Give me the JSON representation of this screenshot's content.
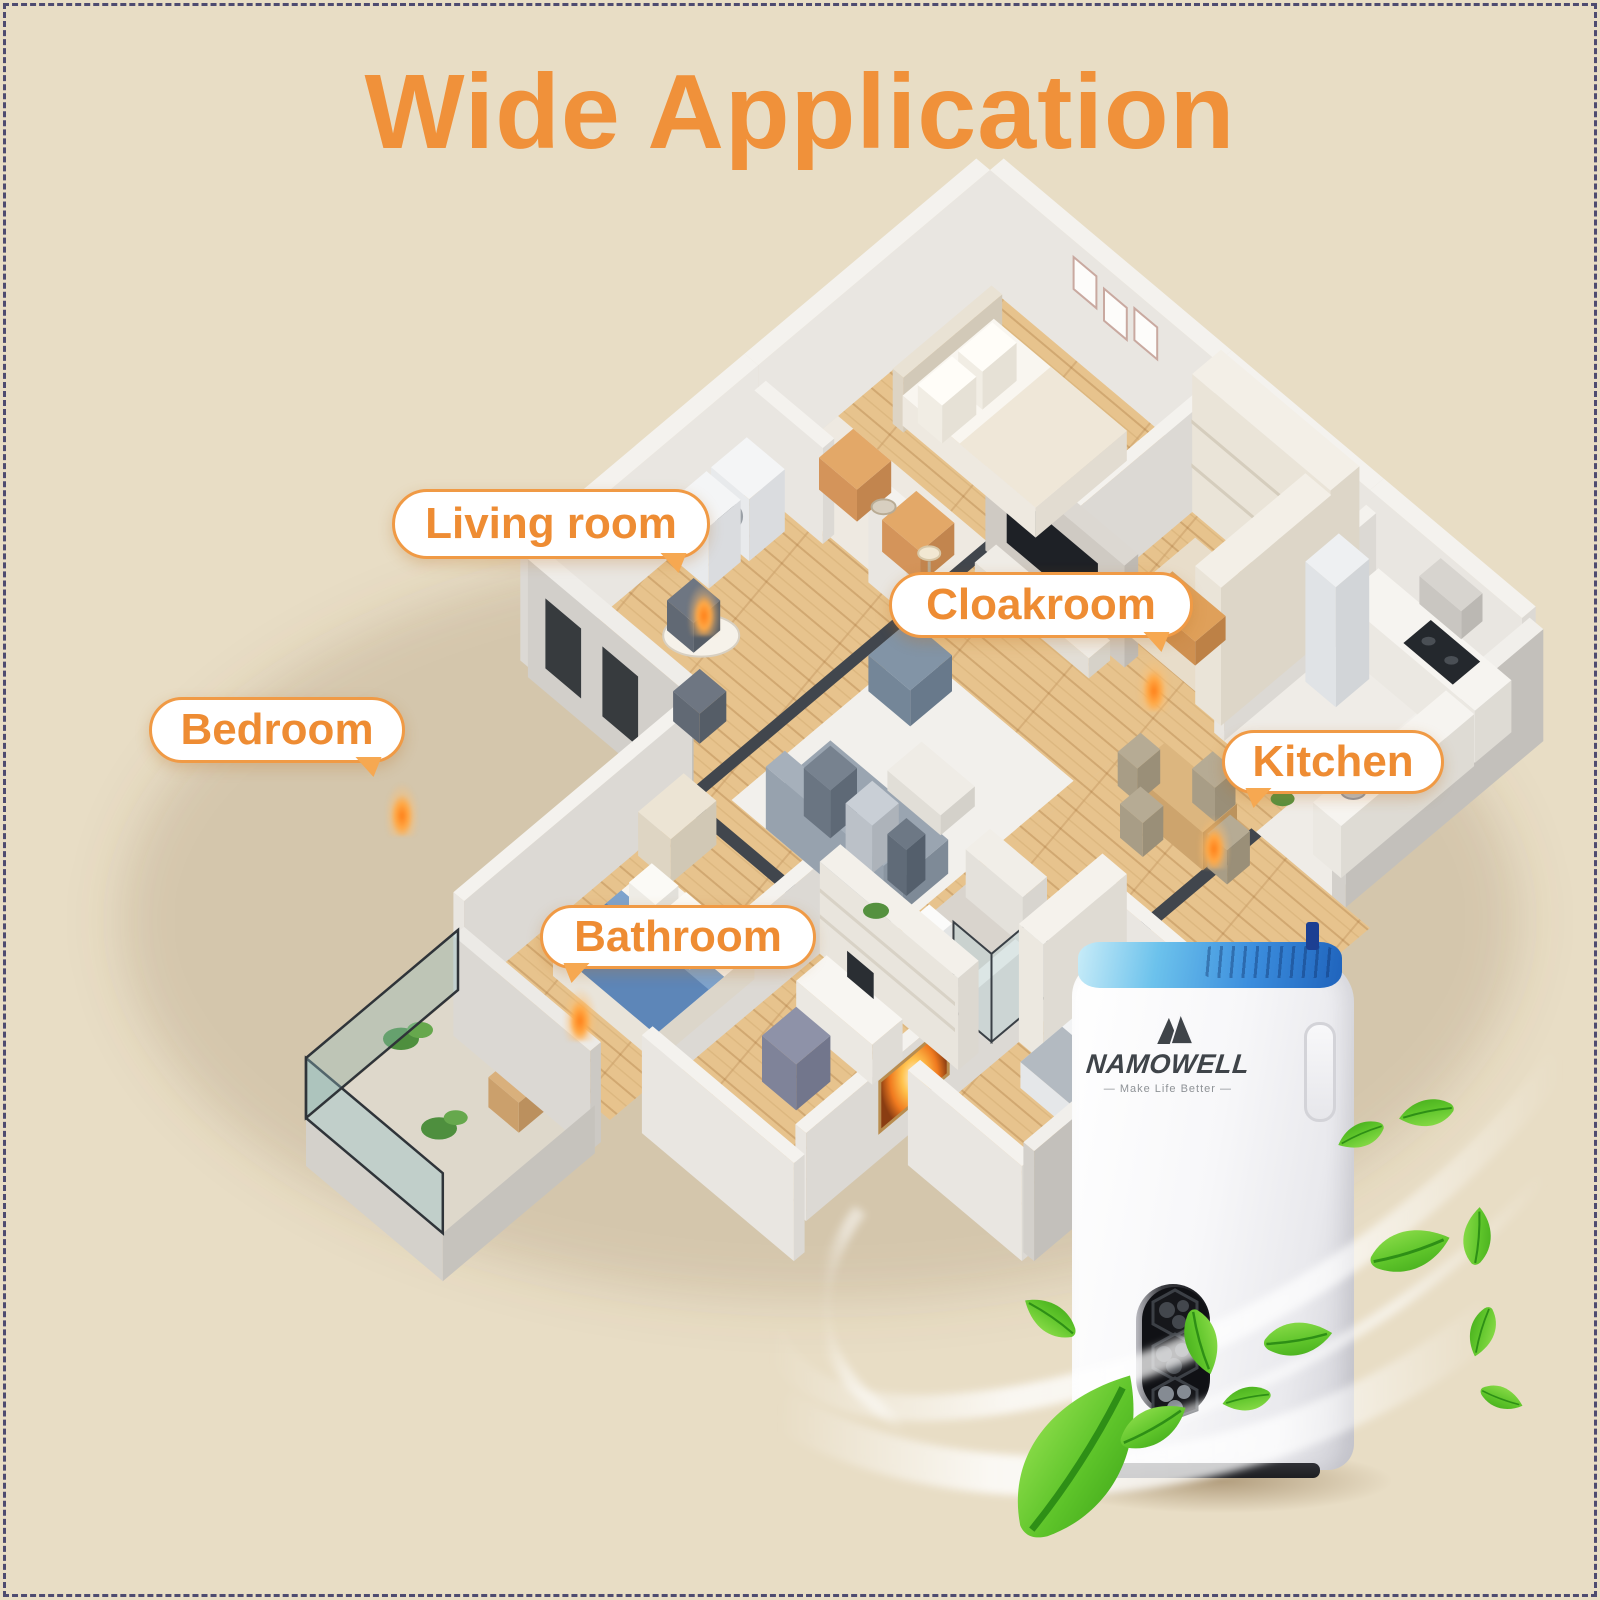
{
  "page": {
    "title": "Wide Application"
  },
  "labels": {
    "living_room": "Living room",
    "cloakroom": "Cloakroom",
    "bedroom": "Bedroom",
    "kitchen": "Kitchen",
    "bathroom": "Bathroom"
  },
  "product": {
    "brand": "NAMOWELL",
    "tagline": "— Make Life Better —"
  },
  "icons": [
    "mountain-logo-icon",
    "leaf-icon",
    "air-swoosh",
    "flame-marker"
  ],
  "colors": {
    "background": "#e8ddc5",
    "accent_orange": "#f0913a",
    "label_border": "#f09a45",
    "cap_blue": "#3b8ddd",
    "leaf_green": "#49b21f",
    "border_dash": "#4e4b70"
  }
}
